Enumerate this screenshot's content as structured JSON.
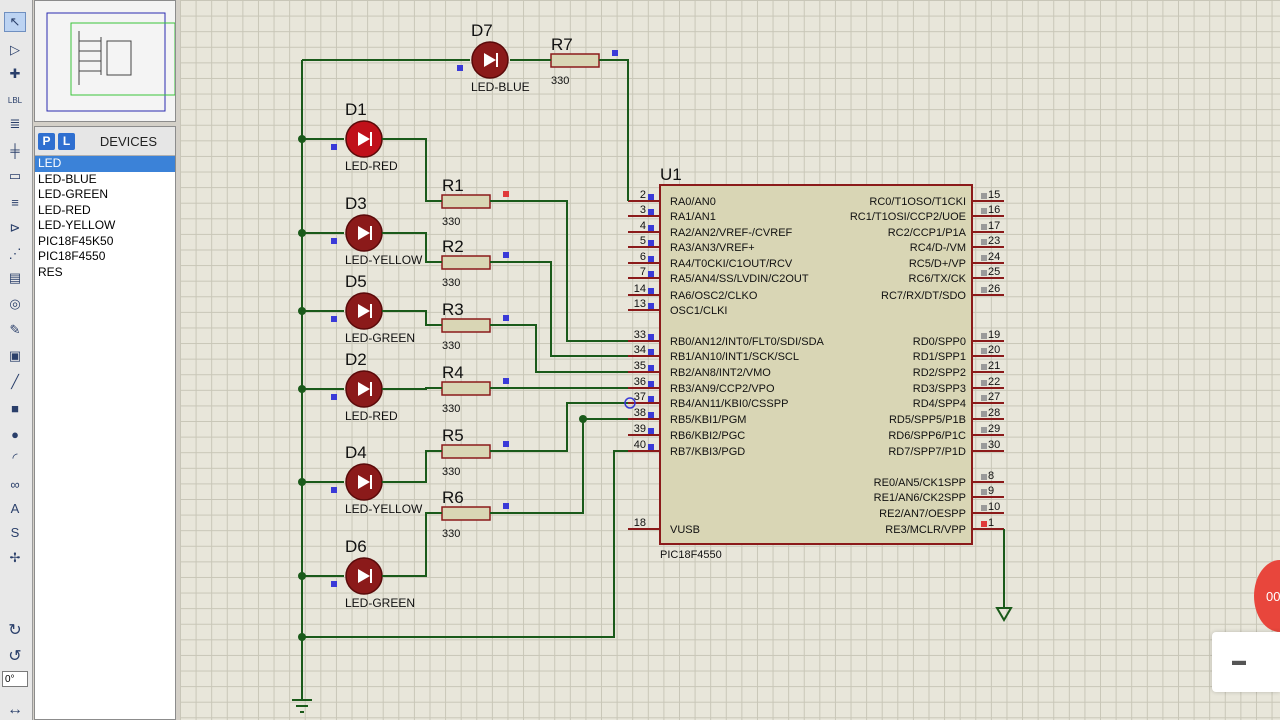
{
  "toolbar": {
    "tools": [
      {
        "icon": "selection-arrow-icon",
        "glyph": "↖"
      },
      {
        "icon": "component-mode-icon",
        "glyph": "▷"
      },
      {
        "icon": "junction-dot-icon",
        "glyph": "✚"
      },
      {
        "icon": "wire-label-icon",
        "glyph": "LBL"
      },
      {
        "icon": "text-script-icon",
        "glyph": "≣"
      },
      {
        "icon": "bus-icon",
        "glyph": "╪"
      },
      {
        "icon": "subcircuit-icon",
        "glyph": "▭"
      },
      {
        "icon": "terminal-icon",
        "glyph": "≡"
      },
      {
        "icon": "device-pin-icon",
        "glyph": "⊳"
      },
      {
        "icon": "graph-icon",
        "glyph": "⋰"
      },
      {
        "icon": "tape-recorder-icon",
        "glyph": "▤"
      },
      {
        "icon": "generator-icon",
        "glyph": "◎"
      },
      {
        "icon": "voltage-probe-icon",
        "glyph": "✎"
      },
      {
        "icon": "virtual-instrument-icon",
        "glyph": "▣"
      },
      {
        "icon": "line-tool-icon",
        "glyph": "╱"
      },
      {
        "icon": "box-tool-icon",
        "glyph": "■"
      },
      {
        "icon": "circle-tool-icon",
        "glyph": "●"
      },
      {
        "icon": "arc-tool-icon",
        "glyph": "◜"
      },
      {
        "icon": "path-tool-icon",
        "glyph": "∞"
      },
      {
        "icon": "text-tool-icon",
        "glyph": "A"
      },
      {
        "icon": "symbol-tool-icon",
        "glyph": "S"
      },
      {
        "icon": "marker-tool-icon",
        "glyph": "✢"
      }
    ],
    "rotate_cw": "rotate-clockwise-icon",
    "rotate_ccw": "rotate-anticlockwise-icon",
    "rotation_value": "0°",
    "mirror": "mirror-horizontal-icon"
  },
  "devices": {
    "picker_p": "P",
    "picker_l": "L",
    "title": "DEVICES",
    "items": [
      "LED",
      "LED-BLUE",
      "LED-GREEN",
      "LED-RED",
      "LED-YELLOW",
      "PIC18F45K50",
      "PIC18F4550",
      "RES"
    ],
    "selected": "LED"
  },
  "schematic": {
    "mcu": {
      "ref": "U1",
      "part": "PIC18F4550",
      "left_pins": [
        {
          "num": "2",
          "label": "RA0/AN0"
        },
        {
          "num": "3",
          "label": "RA1/AN1"
        },
        {
          "num": "4",
          "label": "RA2/AN2/VREF-/CVREF"
        },
        {
          "num": "5",
          "label": "RA3/AN3/VREF+"
        },
        {
          "num": "6",
          "label": "RA4/T0CKI/C1OUT/RCV"
        },
        {
          "num": "7",
          "label": "RA5/AN4/SS/LVDIN/C2OUT"
        },
        {
          "num": "14",
          "label": "RA6/OSC2/CLKO"
        },
        {
          "num": "13",
          "label": "OSC1/CLKI"
        },
        {
          "num": "33",
          "label": "RB0/AN12/INT0/FLT0/SDI/SDA"
        },
        {
          "num": "34",
          "label": "RB1/AN10/INT1/SCK/SCL"
        },
        {
          "num": "35",
          "label": "RB2/AN8/INT2/VMO"
        },
        {
          "num": "36",
          "label": "RB3/AN9/CCP2/VPO"
        },
        {
          "num": "37",
          "label": "RB4/AN11/KBI0/CSSPP"
        },
        {
          "num": "38",
          "label": "RB5/KBI1/PGM"
        },
        {
          "num": "39",
          "label": "RB6/KBI2/PGC"
        },
        {
          "num": "40",
          "label": "RB7/KBI3/PGD"
        },
        {
          "num": "18",
          "label": "VUSB"
        }
      ],
      "right_pins": [
        {
          "num": "15",
          "label": "RC0/T1OSO/T1CKI"
        },
        {
          "num": "16",
          "label": "RC1/T1OSI/CCP2/UOE"
        },
        {
          "num": "17",
          "label": "RC2/CCP1/P1A"
        },
        {
          "num": "23",
          "label": "RC4/D-/VM"
        },
        {
          "num": "24",
          "label": "RC5/D+/VP"
        },
        {
          "num": "25",
          "label": "RC6/TX/CK"
        },
        {
          "num": "26",
          "label": "RC7/RX/DT/SDO"
        },
        {
          "num": "19",
          "label": "RD0/SPP0"
        },
        {
          "num": "20",
          "label": "RD1/SPP1"
        },
        {
          "num": "21",
          "label": "RD2/SPP2"
        },
        {
          "num": "22",
          "label": "RD3/SPP3"
        },
        {
          "num": "27",
          "label": "RD4/SPP4"
        },
        {
          "num": "28",
          "label": "RD5/SPP5/P1B"
        },
        {
          "num": "29",
          "label": "RD6/SPP6/P1C"
        },
        {
          "num": "30",
          "label": "RD7/SPP7/P1D"
        },
        {
          "num": "8",
          "label": "RE0/AN5/CK1SPP"
        },
        {
          "num": "9",
          "label": "RE1/AN6/CK2SPP"
        },
        {
          "num": "10",
          "label": "RE2/AN7/OESPP"
        },
        {
          "num": "1",
          "label": "RE3/MCLR/VPP"
        }
      ]
    },
    "leds": [
      {
        "ref": "D7",
        "part": "LED-BLUE",
        "color": "#8b1a1a"
      },
      {
        "ref": "D1",
        "part": "LED-RED",
        "color": "#c0101a"
      },
      {
        "ref": "D3",
        "part": "LED-YELLOW",
        "color": "#8b1a1a"
      },
      {
        "ref": "D5",
        "part": "LED-GREEN",
        "color": "#8b1a1a"
      },
      {
        "ref": "D2",
        "part": "LED-RED",
        "color": "#8b1a1a"
      },
      {
        "ref": "D4",
        "part": "LED-YELLOW",
        "color": "#8b1a1a"
      },
      {
        "ref": "D6",
        "part": "LED-GREEN",
        "color": "#8b1a1a"
      }
    ],
    "resistors": [
      {
        "ref": "R7",
        "value": "330"
      },
      {
        "ref": "R1",
        "value": "330"
      },
      {
        "ref": "R2",
        "value": "330"
      },
      {
        "ref": "R3",
        "value": "330"
      },
      {
        "ref": "R4",
        "value": "330"
      },
      {
        "ref": "R5",
        "value": "330"
      },
      {
        "ref": "R6",
        "value": "330"
      }
    ],
    "colors": {
      "wire": "#1a5a1a",
      "body_fill": "#d9d6b5",
      "outline": "#8b1a1a",
      "text": "#0a0a6a",
      "pin_num": "#111111"
    }
  },
  "overlay": {
    "rec_text": "00"
  }
}
